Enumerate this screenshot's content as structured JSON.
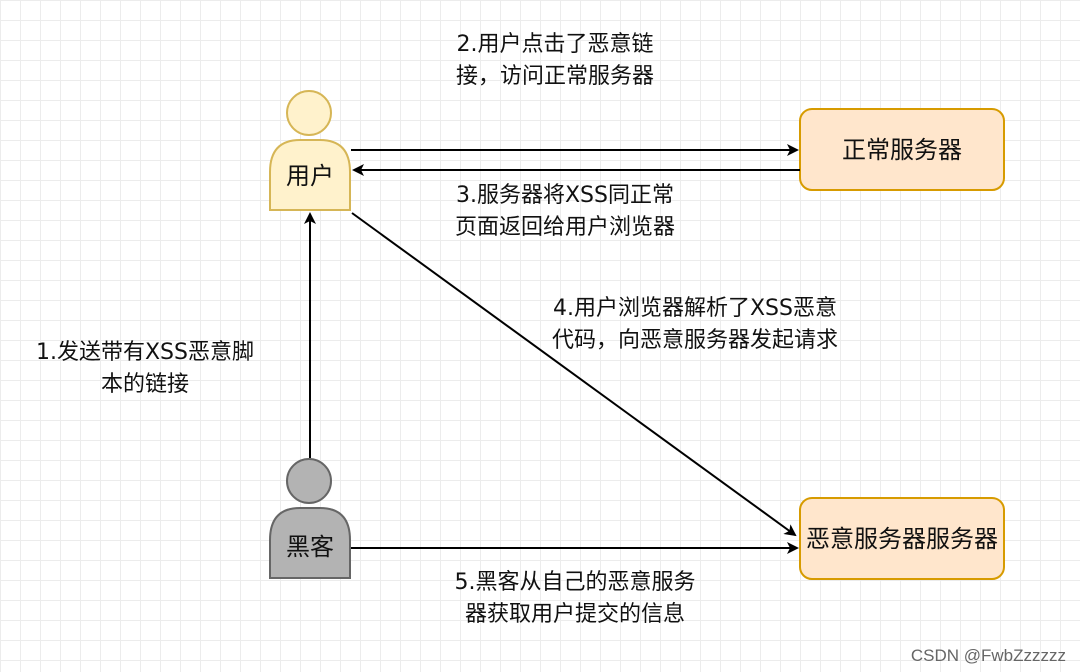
{
  "actors": {
    "user": {
      "label": "用户",
      "fill": "#fff2cc",
      "stroke": "#d6b656"
    },
    "hacker": {
      "label": "黑客",
      "fill": "#b3b3b3",
      "stroke": "#666666"
    }
  },
  "servers": {
    "normal": {
      "label": "正常服务器",
      "fill": "#ffe6cc",
      "stroke": "#d79b00"
    },
    "malicious": {
      "label": "恶意服务器服务器",
      "fill": "#ffe6cc",
      "stroke": "#d79b00"
    }
  },
  "steps": {
    "step1": {
      "line1": "1.发送带有XSS恶意脚",
      "line2": "本的链接"
    },
    "step2": {
      "line1": "2.用户点击了恶意链",
      "line2": "接，访问正常服务器"
    },
    "step3": {
      "line1": "3.服务器将XSS同正常",
      "line2": "页面返回给用户浏览器"
    },
    "step4": {
      "line1": "4.用户浏览器解析了XSS恶意",
      "line2": "代码，向恶意服务器发起请求"
    },
    "step5": {
      "line1": "5.黑客从自己的恶意服务",
      "line2": "器获取用户提交的信息"
    }
  },
  "watermark": "CSDN @FwbZzzzzz"
}
